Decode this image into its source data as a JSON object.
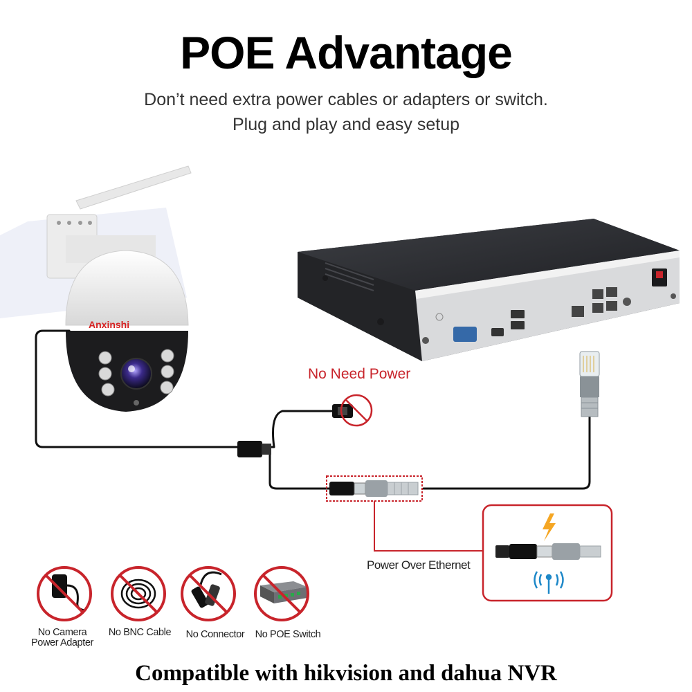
{
  "header": {
    "title": "POE Advantage",
    "subtitle_line1": "Don’t need extra power cables or adapters or switch.",
    "subtitle_line2": "Plug and play and easy setup"
  },
  "camera": {
    "brand": "Anxinshi"
  },
  "labels": {
    "no_need_power": "No Need Power",
    "power_over_ethernet": "Power Over Ethernet"
  },
  "no_items": [
    {
      "label_line1": "No Camera",
      "label_line2": "Power Adapter",
      "icon": "power-adapter-icon"
    },
    {
      "label_line1": "No BNC Cable",
      "label_line2": "",
      "icon": "bnc-cable-icon"
    },
    {
      "label_line1": "No Connector",
      "label_line2": "",
      "icon": "bnc-connector-icon"
    },
    {
      "label_line1": "No POE Switch",
      "label_line2": "",
      "icon": "poe-switch-icon"
    }
  ],
  "footer": {
    "compatible": "Compatible with hikvision and dahua NVR"
  },
  "colors": {
    "accent_red": "#c8242b",
    "lightning": "#f5a623",
    "antenna_blue": "#1e88c8"
  }
}
